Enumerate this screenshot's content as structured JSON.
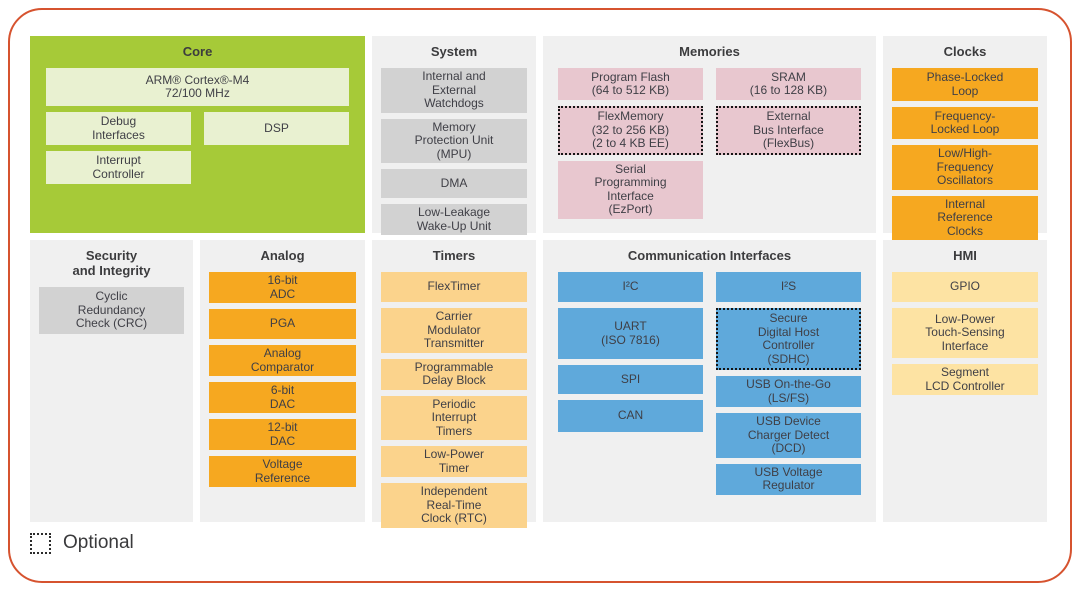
{
  "colors": {
    "frame_border": "#D6532F",
    "panel_bg": "#F0F0F0",
    "core_bg": "#A6CA38",
    "core_block": "#E9F1D1",
    "gray_block": "#D2D2D2",
    "memory_block": "#E8C7CF",
    "clock_block": "#F6A820",
    "timer_block": "#FBD38C",
    "comm_block": "#5FA9DB",
    "hmi_block": "#FDE3A3"
  },
  "legend": {
    "label": "Optional"
  },
  "sections": {
    "core": {
      "title": "Core",
      "blocks": [
        {
          "text": "ARM® Cortex®-M4\n72/100 MHz"
        },
        {
          "text": "Debug\nInterfaces"
        },
        {
          "text": "DSP"
        },
        {
          "text": "Interrupt\nController"
        }
      ]
    },
    "system": {
      "title": "System",
      "blocks": [
        {
          "text": "Internal and\nExternal\nWatchdogs"
        },
        {
          "text": "Memory\nProtection Unit\n(MPU)"
        },
        {
          "text": "DMA"
        },
        {
          "text": "Low-Leakage\nWake-Up Unit"
        }
      ]
    },
    "memories": {
      "title": "Memories",
      "col1": [
        {
          "text": "Program Flash\n(64 to 512 KB)"
        },
        {
          "text": "FlexMemory\n(32 to 256 KB)\n(2 to 4 KB EE)",
          "optional": true
        },
        {
          "text": "Serial\nProgramming\nInterface\n(EzPort)"
        }
      ],
      "col2": [
        {
          "text": "SRAM\n(16 to 128 KB)"
        },
        {
          "text": "External\nBus Interface\n(FlexBus)",
          "optional": true
        }
      ]
    },
    "clocks": {
      "title": "Clocks",
      "blocks": [
        {
          "text": "Phase-Locked\nLoop"
        },
        {
          "text": "Frequency-\nLocked Loop"
        },
        {
          "text": "Low/High-\nFrequency\nOscillators"
        },
        {
          "text": "Internal\nReference\nClocks"
        }
      ]
    },
    "security": {
      "title": "Security\nand Integrity",
      "blocks": [
        {
          "text": "Cyclic\nRedundancy\nCheck (CRC)"
        }
      ]
    },
    "analog": {
      "title": "Analog",
      "blocks": [
        {
          "text": "16-bit\nADC"
        },
        {
          "text": "PGA"
        },
        {
          "text": "Analog\nComparator"
        },
        {
          "text": "6-bit\nDAC"
        },
        {
          "text": "12-bit\nDAC"
        },
        {
          "text": "Voltage\nReference"
        }
      ]
    },
    "timers": {
      "title": "Timers",
      "blocks": [
        {
          "text": "FlexTimer"
        },
        {
          "text": "Carrier\nModulator\nTransmitter"
        },
        {
          "text": "Programmable\nDelay Block"
        },
        {
          "text": "Periodic\nInterrupt\nTimers"
        },
        {
          "text": "Low-Power\nTimer"
        },
        {
          "text": "Independent\nReal-Time\nClock (RTC)"
        }
      ]
    },
    "comm": {
      "title": "Communication Interfaces",
      "col1": [
        {
          "text": "I²C"
        },
        {
          "text": "UART\n(ISO 7816)"
        },
        {
          "text": "SPI"
        },
        {
          "text": "CAN"
        }
      ],
      "col2": [
        {
          "text": "I²S"
        },
        {
          "text": "Secure\nDigital Host\nController\n(SDHC)",
          "optional": true
        },
        {
          "text": "USB On-the-Go\n(LS/FS)"
        },
        {
          "text": "USB Device\nCharger Detect\n(DCD)"
        },
        {
          "text": "USB Voltage\nRegulator"
        }
      ]
    },
    "hmi": {
      "title": "HMI",
      "blocks": [
        {
          "text": "GPIO"
        },
        {
          "text": "Low-Power\nTouch-Sensing\nInterface"
        },
        {
          "text": "Segment\nLCD Controller"
        }
      ]
    }
  }
}
